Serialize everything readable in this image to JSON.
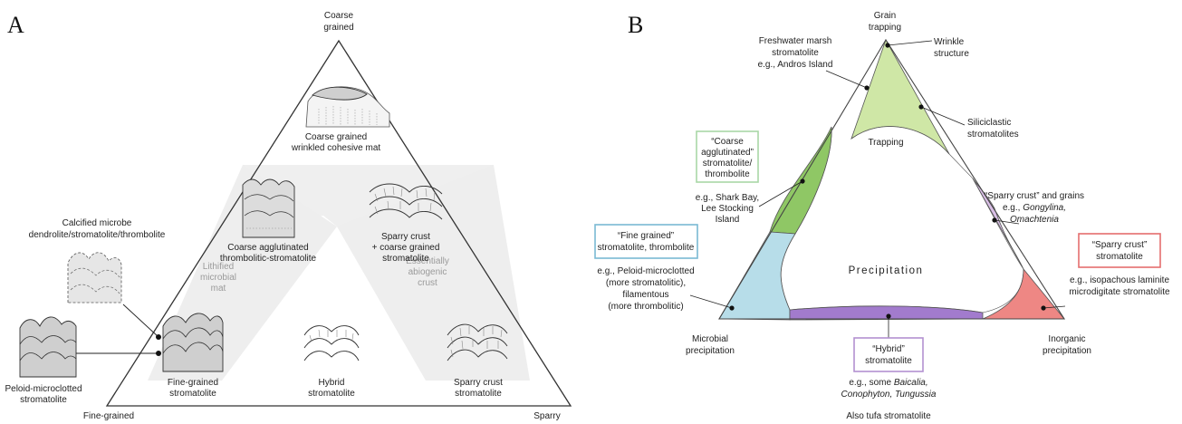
{
  "panel_a": {
    "letter": "A",
    "corner_top": [
      "Coarse",
      "grained"
    ],
    "corner_left": "Fine-grained",
    "corner_right": "Sparry",
    "region_lithified": [
      "Lithified",
      "microbial",
      "mat"
    ],
    "region_abiogenic": [
      "Essentially",
      "abiogenic",
      "crust"
    ],
    "callout_calcified": [
      "Calcified microbe",
      "dendrolite/stromatolite/thrombolite"
    ],
    "callout_peloid": [
      "Peloid-microclotted",
      "stromatolite"
    ],
    "sketch_coarse_wrinkled": [
      "Coarse grained",
      "wrinkled cohesive mat"
    ],
    "sketch_coarse_agglutinated": [
      "Coarse agglutinated",
      "thrombolitic-stromatolite"
    ],
    "sketch_sparry_coarse": [
      "Sparry crust",
      "+ coarse grained",
      "stromatolite"
    ],
    "sketch_fine_grained": [
      "Fine-grained",
      "stromatolite"
    ],
    "sketch_hybrid": [
      "Hybrid",
      "stromatolite"
    ],
    "sketch_sparry": [
      "Sparry crust",
      "stromatolite"
    ]
  },
  "panel_b": {
    "letter": "B",
    "corner_top": [
      "Grain",
      "trapping"
    ],
    "corner_left": [
      "Microbial",
      "precipitation"
    ],
    "corner_right": [
      "Inorganic",
      "precipitation"
    ],
    "freshwater": [
      "Freshwater marsh",
      "stromatolite",
      "e.g., Andros Island"
    ],
    "wrinkle": [
      "Wrinkle",
      "structure"
    ],
    "siliciclastic": [
      "Siliciclastic",
      "stromatolites"
    ],
    "trapping": "Trapping",
    "precipitation": "Precipitation",
    "coarse_box": [
      "“Coarse",
      "agglutinated”",
      "stromatolite/",
      "thrombolite"
    ],
    "coarse_eg": [
      "e.g., Shark Bay,",
      "Lee Stocking",
      "Island"
    ],
    "sparry_grains": [
      "“Sparry crust” and grains"
    ],
    "sparry_grains_eg": [
      "e.g., ",
      "Gongylina,",
      "Omachtenia"
    ],
    "fine_box": [
      "“Fine grained”",
      "stromatolite, thrombolite"
    ],
    "fine_eg": [
      "e.g., Peloid-microclotted",
      "(more stromatolitic),",
      "filamentous",
      "(more thrombolitic)"
    ],
    "sparry_box": [
      "“Sparry crust”",
      "stromatolite"
    ],
    "sparry_eg": [
      "e.g., isopachous laminite",
      "microdigitate stromatolite"
    ],
    "hybrid_box": [
      "“Hybrid”",
      "stromatolite"
    ],
    "hybrid_eg": [
      "e.g., some ",
      "Baicalia,",
      "Conophyton, Tungussia"
    ],
    "tufa": "Also tufa stromatolite"
  },
  "colors": {
    "green_light": "#cfe7a6",
    "green_dark": "#8fc765",
    "purple_light": "#d9bfe6",
    "purple": "#a27bcd",
    "blue": "#b7dde9",
    "red": "#ee8784",
    "box_green": "#a9d7a6",
    "box_blue": "#7ab9d4",
    "box_red": "#e46e6e",
    "box_purple": "#b391d0"
  }
}
